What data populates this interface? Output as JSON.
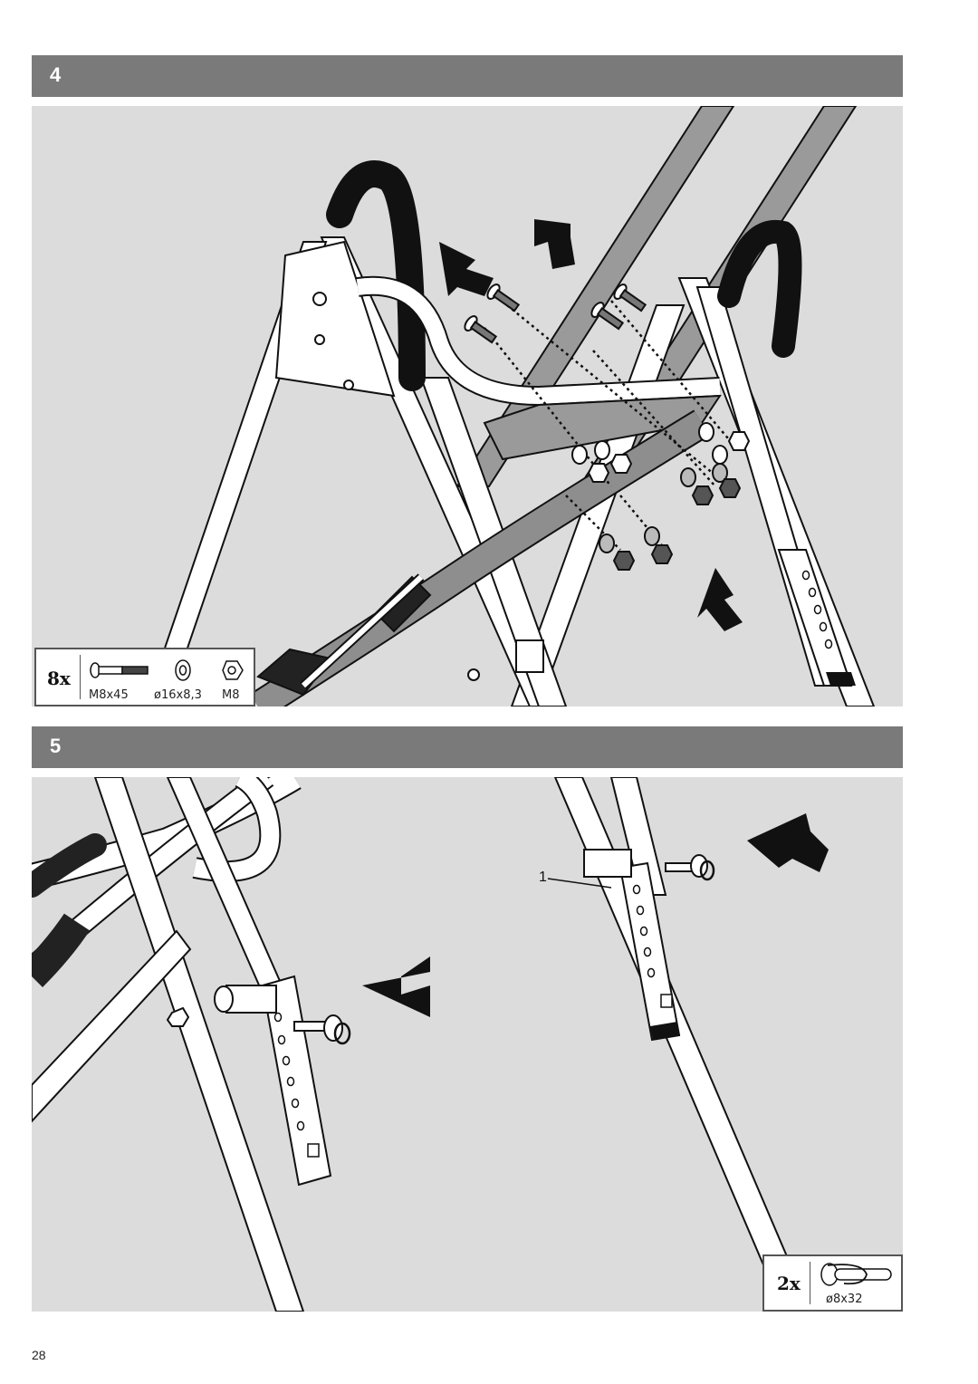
{
  "steps": [
    {
      "number": "4",
      "parts": {
        "quantity": "8x",
        "items": [
          {
            "icon": "bolt-icon",
            "label": "M8x45"
          },
          {
            "icon": "washer-icon",
            "label": "ø16x8,3"
          },
          {
            "icon": "nut-icon",
            "label": "M8"
          }
        ]
      }
    },
    {
      "number": "5",
      "callout": "1",
      "parts": {
        "quantity": "2x",
        "items": [
          {
            "icon": "lock-pin-icon",
            "label": "ø8x32"
          }
        ]
      }
    }
  ],
  "page_number": "28"
}
